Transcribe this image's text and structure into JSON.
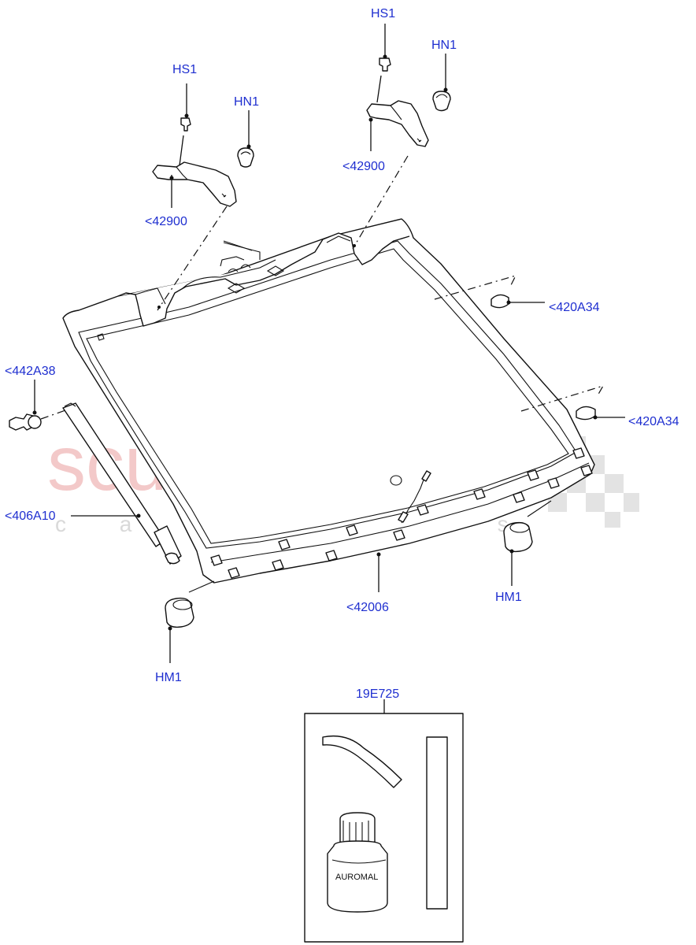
{
  "watermark": {
    "brand": "scuderia",
    "sub": "c a r   p a r t s"
  },
  "labels": {
    "hs1_left": "HS1",
    "hn1_left": "HN1",
    "p42900_left": "<42900",
    "hs1_right": "HS1",
    "hn1_right": "HN1",
    "p42900_right": "<42900",
    "p420a34_top": "<420A34",
    "p420a34_bottom": "<420A34",
    "p442a38": "<442A38",
    "p406a10": "<406A10",
    "p42006": "<42006",
    "hm1_left": "HM1",
    "hm1_right": "HM1",
    "p19e725": "19E725"
  },
  "kit": {
    "bottle_text": "AUROMAL"
  },
  "colors": {
    "label": "#1f2fd0",
    "watermark_red": "#f3c9c9",
    "watermark_grey": "#d9d9d9"
  }
}
